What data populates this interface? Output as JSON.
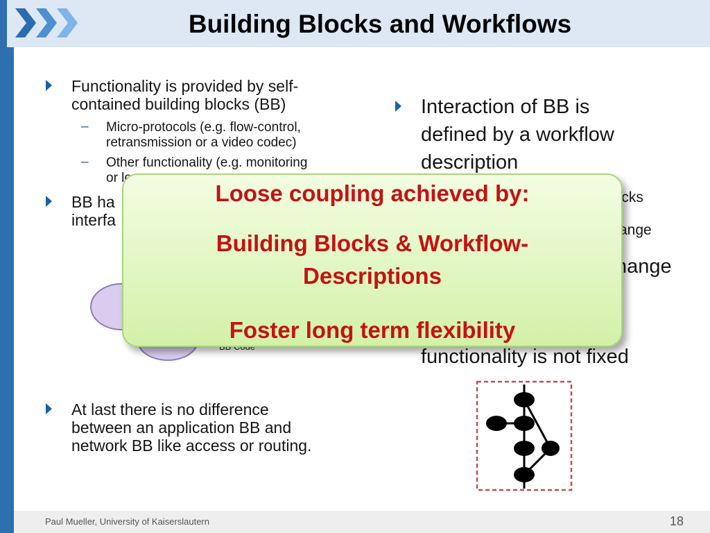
{
  "slide": {
    "title": "Building Blocks and Workflows",
    "accent_color": "#1b5fa8",
    "popup_text_color": "#c51212"
  },
  "left_column": {
    "bullet1": {
      "line1": "Functionality is provided by self-",
      "line2": "contained building blocks (BB)",
      "sub1_line1": "Micro-protocols (e.g. flow-control,",
      "sub1_line2": "retransmission or a video codec)",
      "sub2_line1": "Other functionality (e.g. monitoring",
      "sub2_line2": "or lo"
    },
    "bullet2": {
      "line1": "BB ha",
      "line2": "interfa"
    },
    "bullet3": {
      "line1": "At last there is no difference",
      "line2": "between an application BB and",
      "line3": "network BB like access or routing."
    },
    "diagram_label": "BB Code"
  },
  "right_column": {
    "bullet1_line1": "Interaction of BB is",
    "bullet1_line2": "defined by a workflow",
    "bullet1_line3": "description",
    "frag1": "locks",
    "frag2": "ange",
    "frag3": "hange",
    "last_line": "functionality is not fixed"
  },
  "popup": {
    "line1": "Loose coupling achieved by:",
    "line2": "Building Blocks & Workflow-",
    "line3": "Descriptions",
    "line4": "Foster long term flexibility"
  },
  "footer": {
    "author": "Paul Mueller, University of Kaiserslautern",
    "page_number": "18"
  }
}
